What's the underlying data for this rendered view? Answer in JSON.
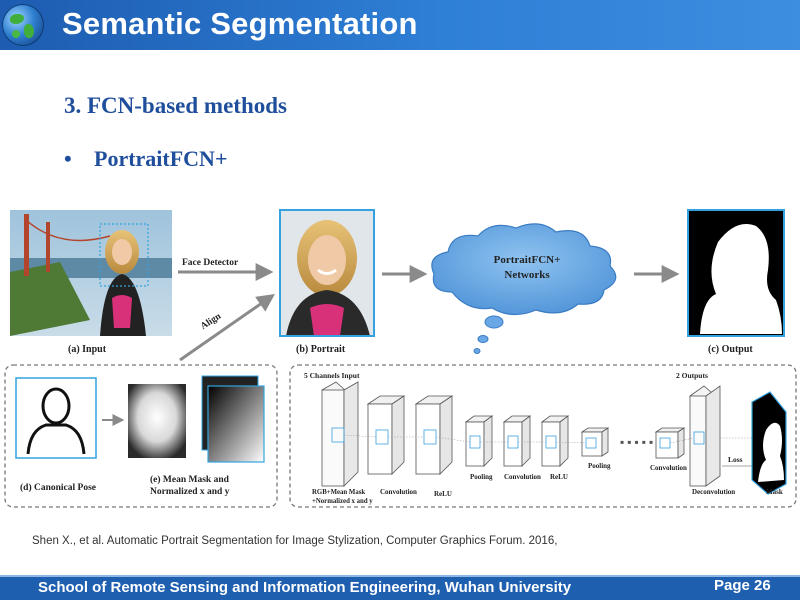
{
  "header": {
    "title": "Semantic Segmentation"
  },
  "section": {
    "heading": "3. FCN-based methods"
  },
  "bullet": {
    "symbol": "•",
    "text": "PortraitFCN+"
  },
  "figure": {
    "face_detector": "Face Detector",
    "align": "Align",
    "cloud": [
      "PortraitFCN+",
      "Networks"
    ],
    "cap_input": "(a) Input",
    "cap_portrait": "(b) Portrait",
    "cap_output": "(c) Output",
    "cap_pose": "(d) Canonical Pose",
    "cap_mask": [
      "(e) Mean Mask and",
      "Normalized x  and y"
    ],
    "net_top_left": "5 Channels Input",
    "net_top_right": "2 Outputs",
    "input_label": [
      "RGB+Mean Mask",
      "+Normalized x and y"
    ],
    "layers": {
      "convolution": "Convolution",
      "relu": "ReLU",
      "pooling": "Pooling",
      "convolution2": "Convolution",
      "relu2": "ReLU",
      "pooling2": "Pooling",
      "convolution3": "Convolution",
      "deconvolution": "Deconvolution",
      "loss": "Loss",
      "mask": "Mask"
    }
  },
  "citation": "Shen X., et al. Automatic Portrait Segmentation for Image Stylization, Computer Graphics Forum. 2016,",
  "footer": {
    "school": "School of Remote Sensing and Information Engineering, Wuhan University",
    "page": "Page 26"
  }
}
